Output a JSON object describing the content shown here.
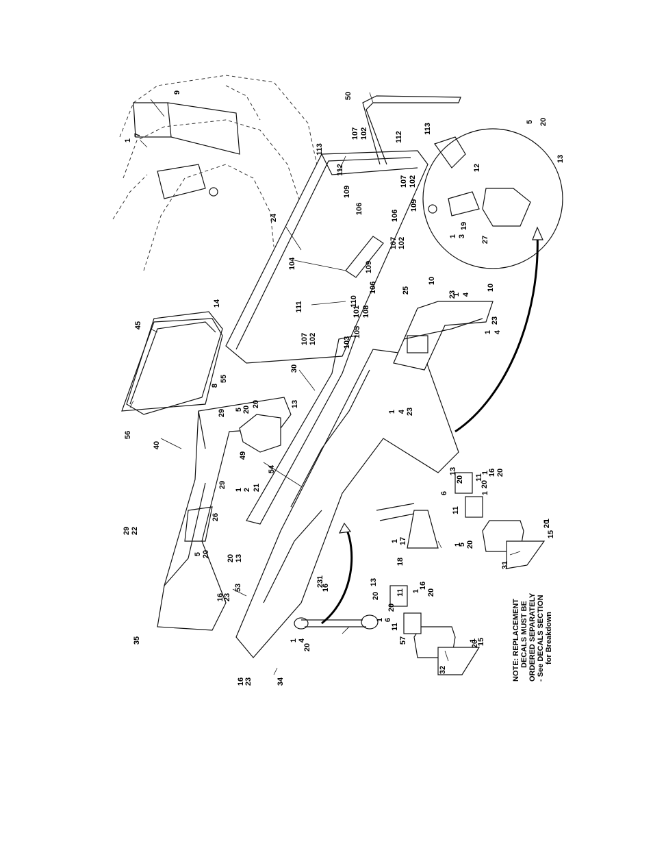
{
  "note": {
    "lines": [
      "NOTE: REPLACEMENT",
      "DECALS MUST BE",
      "ORDERED SEPARATELY",
      "- See DECALS SECTION",
      "for Breakdown"
    ]
  },
  "callouts": [
    "9",
    "1",
    "7",
    "50",
    "113",
    "107",
    "102",
    "112",
    "112",
    "107",
    "102",
    "113",
    "109",
    "106",
    "109",
    "106",
    "24",
    "104",
    "107",
    "102",
    "109",
    "106",
    "111",
    "110",
    "101",
    "108",
    "105",
    "103",
    "107",
    "102",
    "25",
    "10",
    "23",
    "1",
    "4",
    "10",
    "23",
    "1",
    "4",
    "45",
    "14",
    "55",
    "8",
    "30",
    "56",
    "40",
    "29",
    "5",
    "20",
    "20",
    "13",
    "49",
    "1",
    "4",
    "23",
    "54",
    "29",
    "1",
    "2",
    "21",
    "26",
    "29",
    "22",
    "5",
    "20",
    "20",
    "13",
    "13",
    "20",
    "11",
    "1",
    "16",
    "20",
    "20",
    "1",
    "6",
    "11",
    "1",
    "17",
    "18",
    "1",
    "5",
    "20",
    "31",
    "1",
    "20",
    "15",
    "35",
    "16",
    "23",
    "53",
    "1",
    "23",
    "16",
    "13",
    "20",
    "11",
    "20",
    "1",
    "16",
    "20",
    "1",
    "6",
    "11",
    "57",
    "1",
    "4",
    "20",
    "16",
    "23",
    "34",
    "32",
    "1",
    "20",
    "15",
    "5",
    "20",
    "13",
    "12",
    "1",
    "3",
    "19",
    "27"
  ]
}
